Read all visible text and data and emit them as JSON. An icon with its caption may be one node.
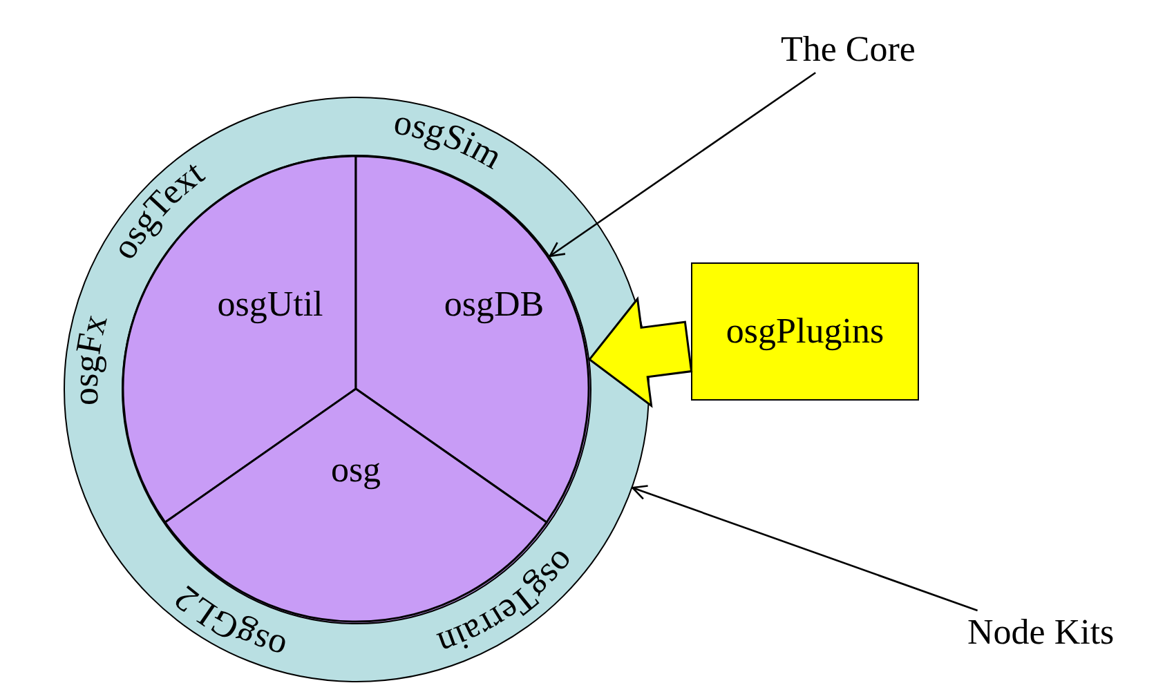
{
  "diagram": {
    "nodes": [
      {
        "text": [],
        "shape": "circle"
      },
      {
        "text": [],
        "shape": "circle",
        "in": 0
      },
      {
        "text": [
          "osgUtil"
        ],
        "in": 1
      },
      {
        "text": [
          "osgDB"
        ],
        "in": 1
      },
      {
        "text": [
          "osg"
        ],
        "in": 1
      },
      {
        "text": [
          "The Core"
        ]
      },
      {
        "text": [
          "Node Kits"
        ]
      },
      {
        "text": [
          "osgPlugins"
        ]
      }
    ],
    "edges": [
      {
        "from": 5,
        "to": 1,
        "arrow": "to"
      },
      {
        "from": 6,
        "to": 0,
        "arrow": "to"
      },
      {
        "from": 7,
        "to": 1,
        "arrow": "to",
        "style": "thick",
        "color": "#ffff00"
      }
    ],
    "labels": [
      "osgText",
      "osgSim",
      "osgFx",
      "osgGL2",
      "osgTerrain"
    ]
  }
}
